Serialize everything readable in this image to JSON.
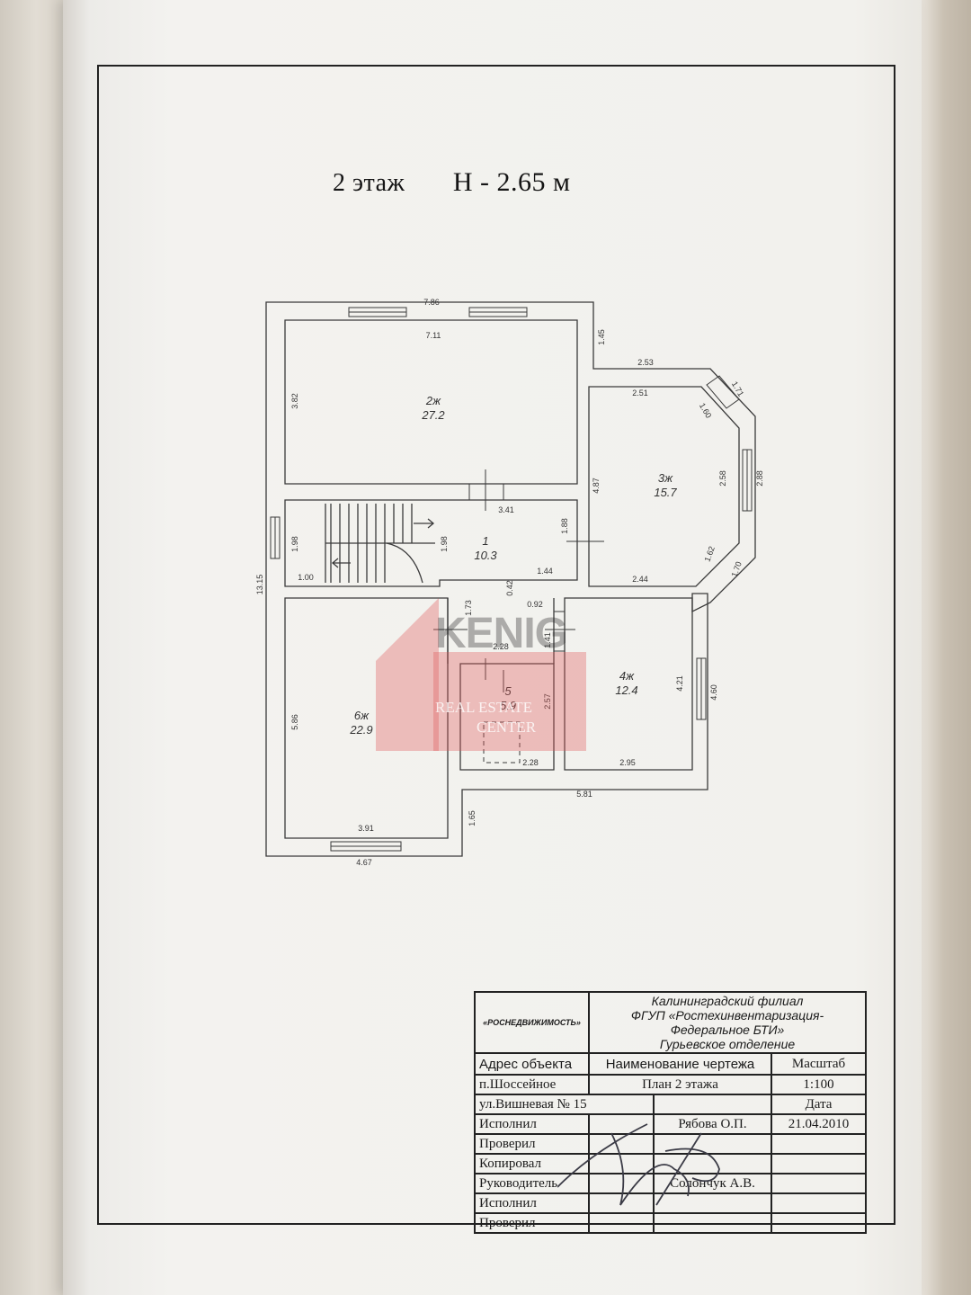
{
  "title": {
    "floor": "2 этаж",
    "height": "H - 2.65 м"
  },
  "rooms": [
    {
      "id": "2ж",
      "area": "27.2"
    },
    {
      "id": "3ж",
      "area": "15.7"
    },
    {
      "id": "1",
      "area": "10.3"
    },
    {
      "id": "4ж",
      "area": "12.4"
    },
    {
      "id": "5",
      "area": "5.9"
    },
    {
      "id": "6ж",
      "area": "22.9"
    }
  ],
  "dimensions": [
    "7.86",
    "7.11",
    "1.45",
    "2.53",
    "2.51",
    "1.71",
    "1.60",
    "3.82",
    "2.58",
    "2.88",
    "4.87",
    "3.41",
    "1.98",
    "1.98",
    "1.88",
    "13.15",
    "1.00",
    "1.44",
    "1.62",
    "1.70",
    "2.44",
    "0.42",
    "0.92",
    "1.73",
    "1.41",
    "2.28",
    "4.21",
    "4.60",
    "5.86",
    "2.57",
    "2.28",
    "2.95",
    "5.81",
    "1.65",
    "3.91",
    "4.67"
  ],
  "watermark": {
    "brand": "KENIG",
    "line1": "REAL ESTATE",
    "line2": "CENTER"
  },
  "stamp": {
    "agency": "«РОСНЕДВИЖИМОСТЬ»",
    "org_lines": [
      "Калининградский филиал",
      "ФГУП «Ростехинвентаризация-",
      "Федеральное БТИ»",
      "Гурьевское отделение"
    ],
    "address_label": "Адрес объекта",
    "drawing_name_label": "Наименование чертежа",
    "scale_label": "Масштаб",
    "address_line1": "п.Шоссейное",
    "drawing_name": "План 2 этажа",
    "scale_value": "1:100",
    "address_line2": "ул.Вишневая № 15",
    "date_label": "Дата",
    "rows": [
      {
        "role": "Исполнил",
        "name": "Рябова О.П.",
        "date": "21.04.2010"
      },
      {
        "role": "Проверил",
        "name": "",
        "date": ""
      },
      {
        "role": "Копировал",
        "name": "",
        "date": ""
      },
      {
        "role": "Руководитель",
        "name": "Солончук А.В.",
        "date": ""
      },
      {
        "role": "Исполнил",
        "name": "",
        "date": ""
      },
      {
        "role": "Проверил",
        "name": "",
        "date": ""
      }
    ]
  },
  "colors": {
    "paper": "#f2f1ed",
    "ink": "#222222",
    "watermark_red": "#e05a5a"
  }
}
